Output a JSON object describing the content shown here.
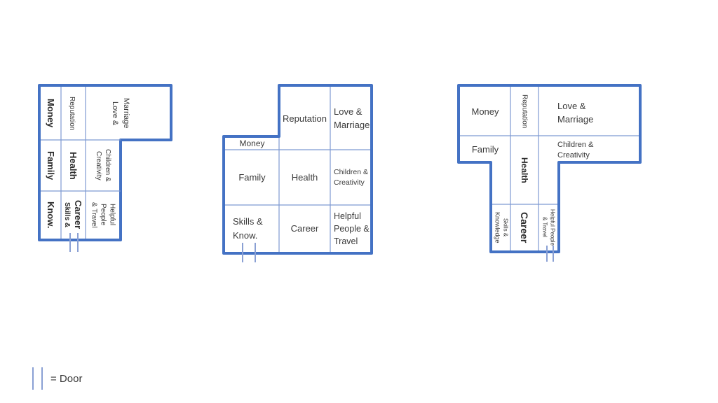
{
  "slide": {
    "background": "#ffffff",
    "description": "Three bagua floor-plan grid diagrams with door markers"
  },
  "colors": {
    "thick_border": "#4472C4",
    "grid_line": "#7E9AD2",
    "door_line": "#8AA0D4",
    "text": "#3A3A3A",
    "bold_text": "#2B2B2B"
  },
  "legend": {
    "label": "= Door",
    "symbol": "two-vertical-lines"
  },
  "diagrams": [
    {
      "id": "left-rotated-plan",
      "text_orientation": "vertical (rotated 90° clockwise)",
      "door_marker": "double-line on bottom edge",
      "cells": {
        "money": "Money",
        "reputation": "Reputation",
        "love_marriage": {
          "lines": [
            "Love &",
            "Marriage"
          ]
        },
        "family": "Family",
        "health": "Health",
        "children_creativity": {
          "lines": [
            "Creativity",
            "Children &"
          ]
        },
        "knowledge": "Know.",
        "career": {
          "lines": [
            "Skills &",
            "Career"
          ]
        },
        "helpful": {
          "lines": [
            "& Travel",
            "People",
            "Helpful"
          ]
        }
      }
    },
    {
      "id": "middle-upright-plan",
      "text_orientation": "horizontal",
      "door_marker": "double-line on bottom edge",
      "cells": {
        "money": "Money",
        "reputation": "Reputation",
        "love_marriage": {
          "lines": [
            "Love &",
            "Marriage"
          ]
        },
        "family": "Family",
        "health": "Health",
        "children_creativity": {
          "lines": [
            "Children &",
            "Creativity"
          ]
        },
        "skills_knowledge": {
          "lines": [
            "Skills &",
            "Know."
          ]
        },
        "career": "Career",
        "helpful": {
          "lines": [
            "Helpful",
            "People &",
            "Travel"
          ]
        }
      }
    },
    {
      "id": "right-t-shape-plan",
      "text_orientation": "mixed (stem text vertical)",
      "door_marker": "double-line on stem bottom edge",
      "cells": {
        "money": "Money",
        "reputation": "Reputation",
        "love_marriage": {
          "lines": [
            "Love &",
            "Marriage"
          ]
        },
        "family": "Family",
        "health": "Health",
        "children_creativity": {
          "lines": [
            "Children &",
            "Creativity"
          ]
        },
        "skills_knowledge": {
          "lines": [
            "Knowledge",
            "Skills &"
          ]
        },
        "career": "Career",
        "helpful": {
          "lines": [
            "& Travel",
            "Helpful People"
          ]
        }
      }
    }
  ]
}
